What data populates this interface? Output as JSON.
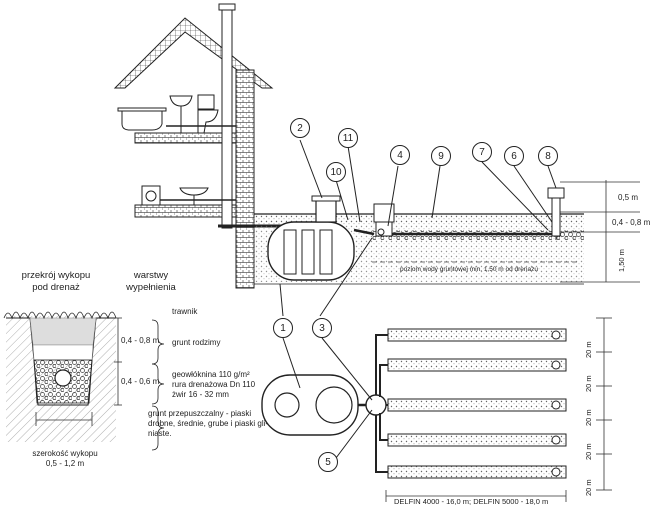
{
  "section_title": {
    "line1": "przekrój wykopu",
    "line2": "pod drenaż"
  },
  "layers_title": {
    "line1": "warstwy",
    "line2": "wypełnienia"
  },
  "layers": {
    "trawnik": "trawnik",
    "grunt_rodzimy": "grunt rodzimy",
    "geowloknina": "geowłóknina 110 g/m²",
    "rura": "rura drenażowa Dn 110",
    "zwir": "żwir 16 - 32 mm",
    "grunt1": "grunt przepuszczalny - piaski",
    "grunt2": "drobne, średnie, grube i piaski gli-",
    "grunt3": "niaste."
  },
  "dims": {
    "d1": "0,4 - 0,8 m",
    "d2": "0,4 - 0,6 m",
    "width1": "szerokość wykopu",
    "width2": "0,5 - 1,2 m",
    "r05": "0,5 m",
    "r0408": "0,4 - 0,8 m",
    "r150": "1,50 m",
    "groundwater": "poziom wody gruntowej min. 1,50 m od drenażu",
    "len20": "20 m",
    "bottom": "DELFIN 4000 - 16,0 m; DELFIN 5000 - 18,0 m"
  },
  "callouts": {
    "c1": "1",
    "c2": "2",
    "c3": "3",
    "c4": "4",
    "c5": "5",
    "c6": "6",
    "c7": "7",
    "c8": "8",
    "c9": "9",
    "c10": "10",
    "c11": "11"
  }
}
